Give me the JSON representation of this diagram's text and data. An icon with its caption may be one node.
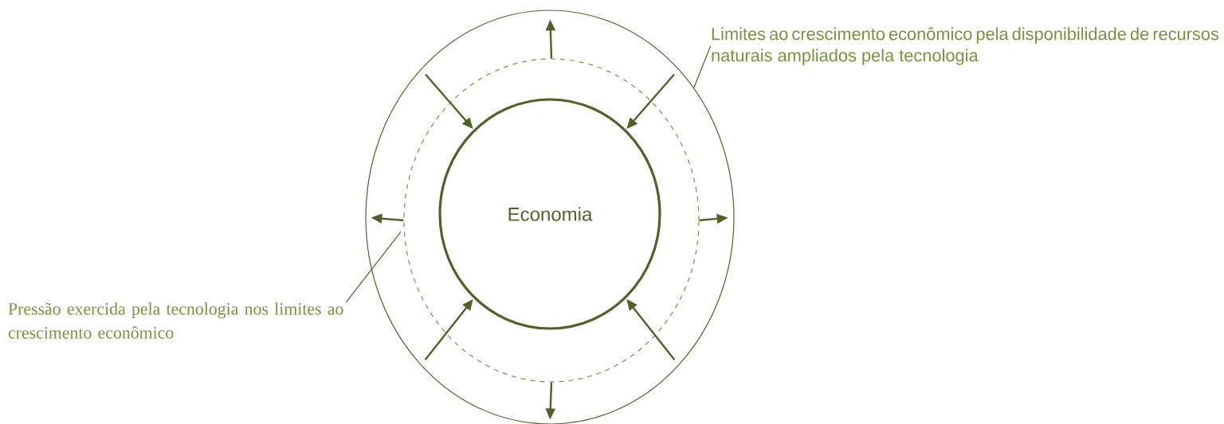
{
  "diagram": {
    "nodes": [
      {
        "text": [],
        "shape": "circle"
      },
      {
        "text": [],
        "shape": "circle",
        "in": 0
      },
      {
        "text": [
          "Economia"
        ],
        "in": 1
      },
      {
        "text": [
          "Limites ao crescimento econômico pela disponibilidade de recursos naturais ampliados pela tecnologia"
        ]
      },
      {
        "text": [
          "Pressão exercida pela tecnologia nos limites ao crescimento econômico"
        ]
      }
    ],
    "edges": [
      {
        "from": 1,
        "to": 0,
        "arrow": "to"
      },
      {
        "from": 0,
        "to": 2,
        "arrow": "to"
      },
      {
        "from": 0,
        "to": 2,
        "arrow": "to"
      },
      {
        "from": 1,
        "to": 0,
        "arrow": "to"
      },
      {
        "from": 1,
        "to": 0,
        "arrow": "to"
      },
      {
        "from": 0,
        "to": 2,
        "arrow": "to"
      },
      {
        "from": 0,
        "to": 2,
        "arrow": "to"
      },
      {
        "from": 1,
        "to": 0,
        "arrow": "to"
      },
      {
        "from": 3,
        "to": 0,
        "arrow": "none"
      },
      {
        "from": 4,
        "to": 1,
        "arrow": "none"
      }
    ]
  }
}
